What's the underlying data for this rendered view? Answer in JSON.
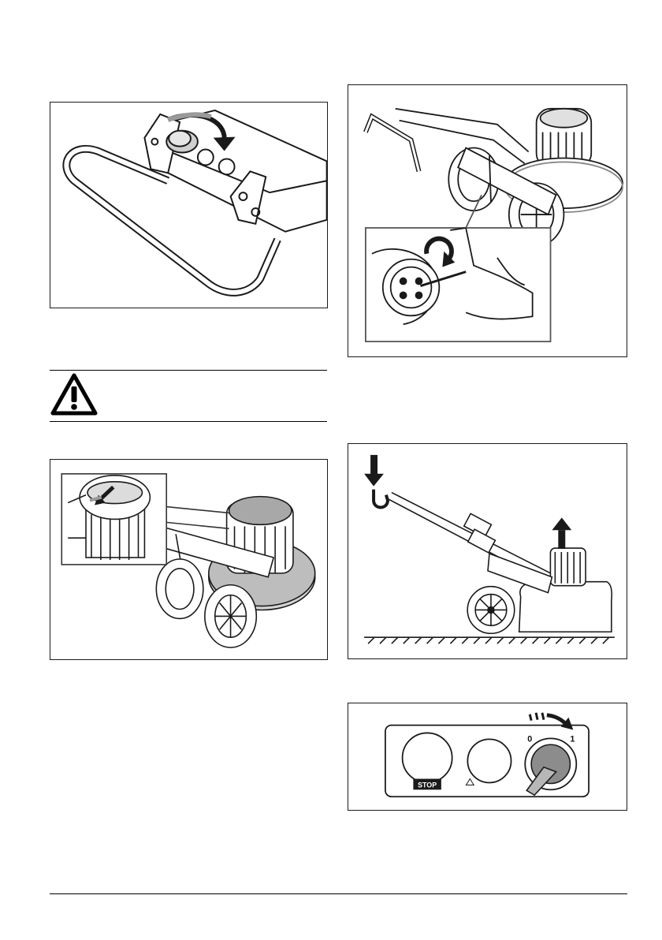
{
  "figures": {
    "handle": {
      "icon": "handle-lock-knob-illustration"
    },
    "cable": {
      "icon": "cable-connector-illustration"
    },
    "filter": {
      "icon": "motor-fan-cover-illustration"
    },
    "tilt": {
      "icon": "tilt-machine-illustration"
    },
    "panel": {
      "icon": "control-panel-illustration",
      "stop_label": "STOP",
      "dial_off_label": "0",
      "dial_on_label": "1"
    }
  },
  "warning": {
    "icon": "warning-triangle-icon"
  },
  "colors": {
    "line": "#1a1a1a",
    "shade": "#9a9a9a",
    "light_shade": "#d4d4d4"
  }
}
